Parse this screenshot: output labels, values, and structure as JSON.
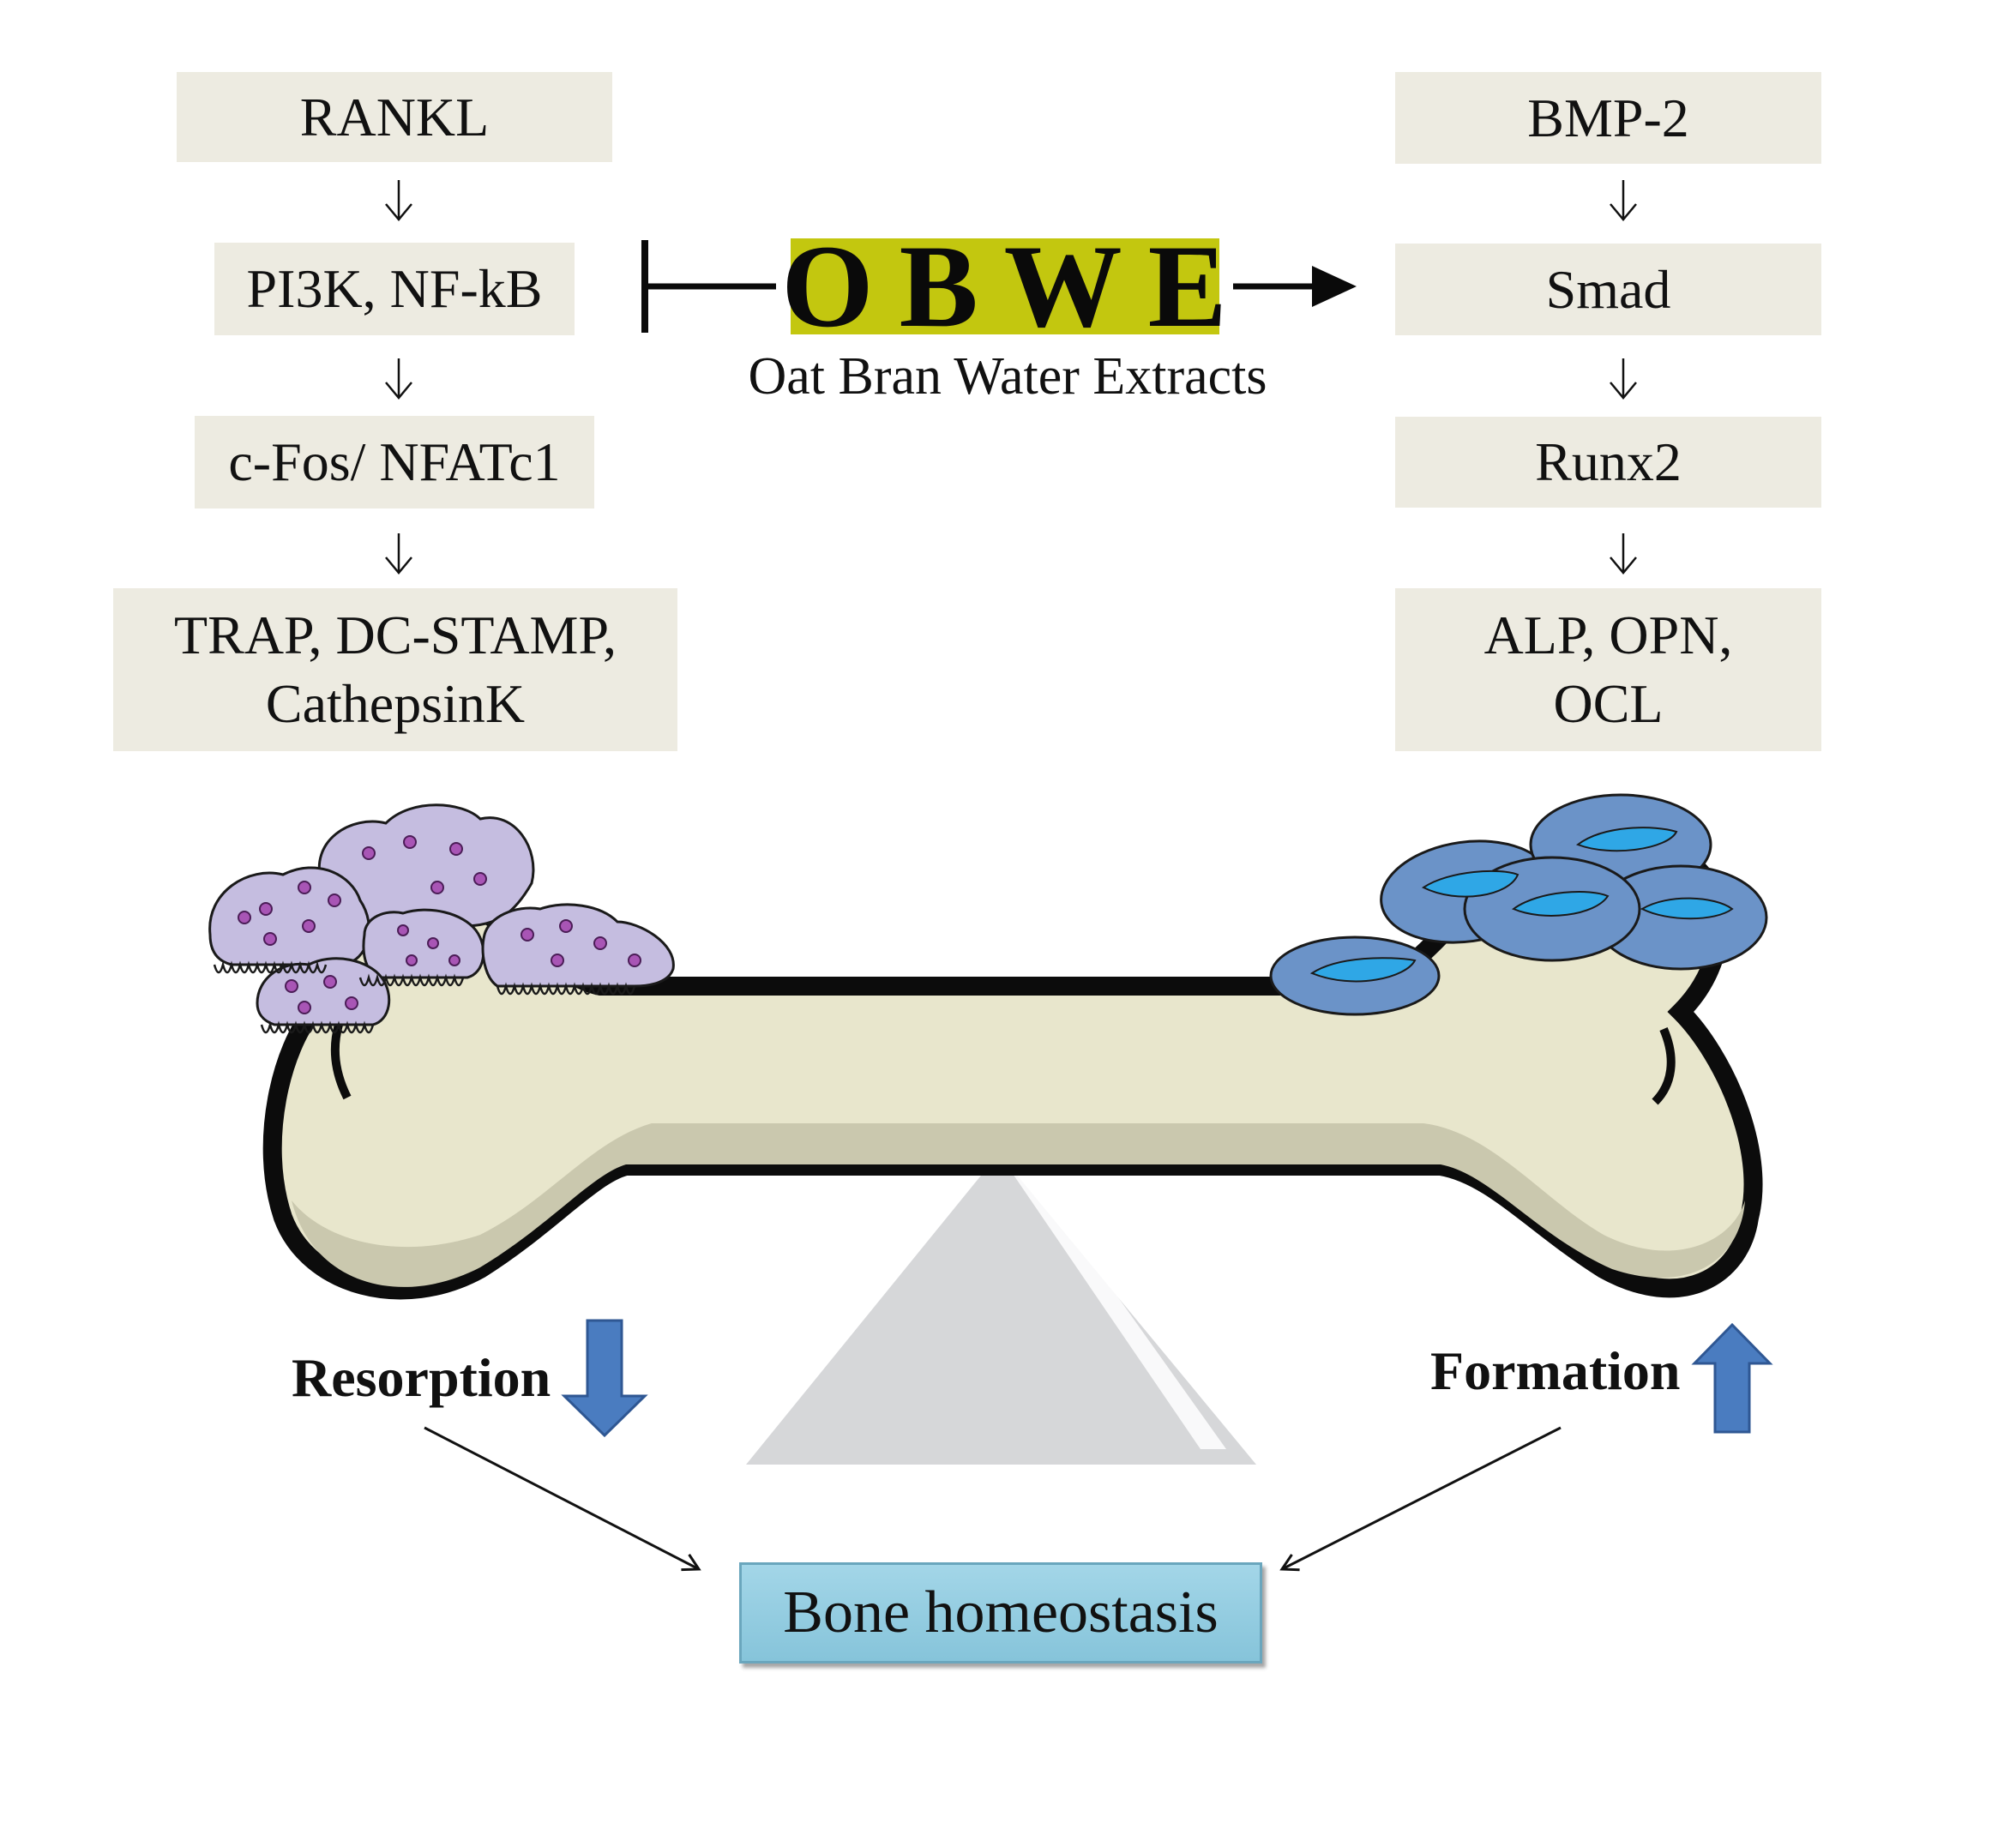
{
  "left_pathway": {
    "steps": [
      "RANKL",
      "PI3K, NF-kB",
      "c-Fos/ NFATc1"
    ],
    "final_lines": [
      "TRAP, DC-STAMP,",
      "CathepsinK"
    ]
  },
  "right_pathway": {
    "steps": [
      "BMP-2",
      "Smad",
      "Runx2"
    ],
    "final_lines": [
      "ALP, OPN,",
      "OCL"
    ]
  },
  "center": {
    "title": "OBWE",
    "subtitle": "Oat Bran Water Extracts"
  },
  "outcomes": {
    "resorption": "Resorption",
    "formation": "Formation",
    "result": "Bone homeostasis"
  },
  "colors": {
    "box_fill": "#edebe1",
    "obwe_highlight": "#c3c70f",
    "result_fill": "#93cde0",
    "arrow_blue": "#4a7cc0",
    "osteoclast": "#c5bde0",
    "osteoblast": "#6b93c8",
    "bone": "#e8e6cc"
  }
}
